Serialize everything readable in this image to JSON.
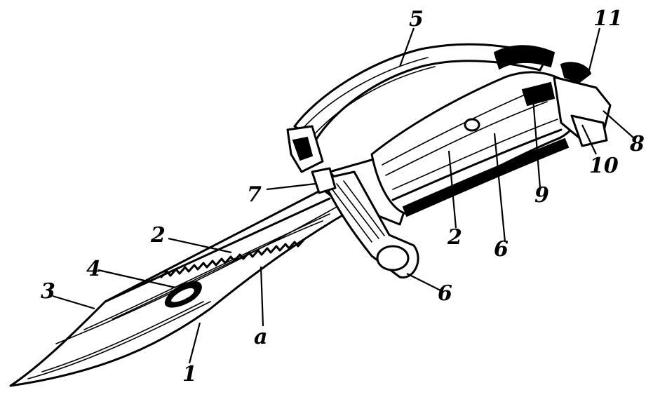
{
  "labels": {
    "l1": "1",
    "l2_blade": "2",
    "l2_grip": "2",
    "l3": "3",
    "l4": "4",
    "l5": "5",
    "l6_grip": "6",
    "l6_ring": "6",
    "l7": "7",
    "l8": "8",
    "l9": "9",
    "l10": "10",
    "l11": "11",
    "la": "a"
  }
}
